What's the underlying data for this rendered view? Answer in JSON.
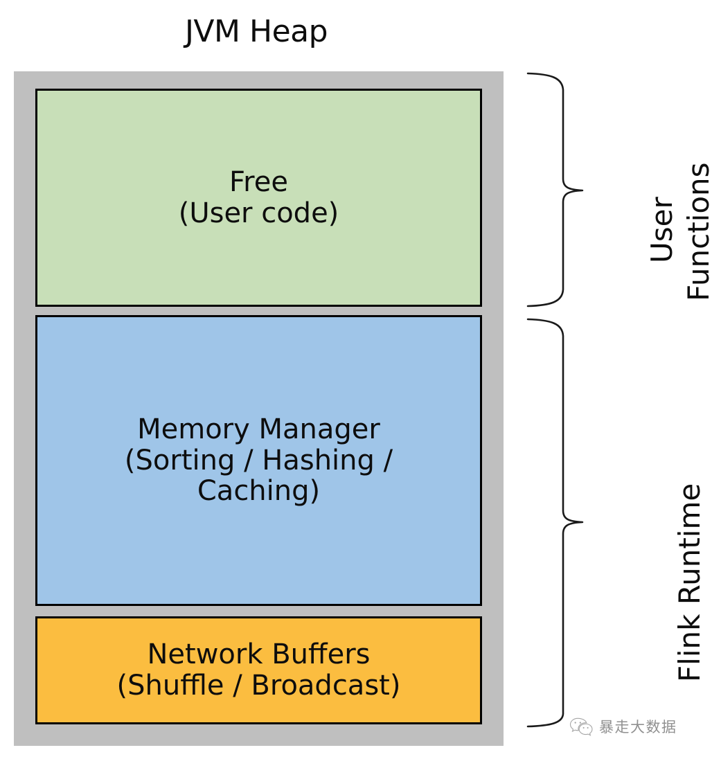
{
  "diagram": {
    "title": "JVM Heap",
    "type": "memory-layout-diagram"
  },
  "regions": [
    {
      "key": "free",
      "line1": "Free",
      "line2": "(User code)",
      "color": "#c8dfb8",
      "group": "User Functions"
    },
    {
      "key": "memory_manager",
      "line1": "Memory Manager",
      "line2": "(Sorting / Hashing /",
      "line3": "Caching)",
      "color": "#9fc5e8",
      "group": "Flink Runtime"
    },
    {
      "key": "network_buffers",
      "line1": "Network Buffers",
      "line2": "(Shuffle / Broadcast)",
      "color": "#fbbd40",
      "group": "Flink Runtime"
    }
  ],
  "groups": {
    "user_functions": {
      "line1": "User",
      "line2": "Functions"
    },
    "flink_runtime": {
      "label": "Flink Runtime"
    }
  },
  "container": {
    "color": "#bfbfbf",
    "border_color": "#000000"
  },
  "watermark": {
    "icon": "wechat-icon",
    "text": "暴走大数据"
  }
}
